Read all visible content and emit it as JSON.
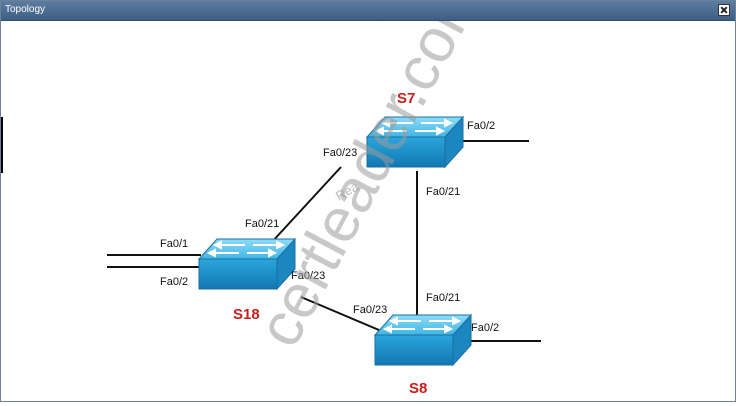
{
  "window": {
    "title": "Topology"
  },
  "diagram": {
    "switches": [
      {
        "id": "s7",
        "label": "S7"
      },
      {
        "id": "s18",
        "label": "S18"
      },
      {
        "id": "s8",
        "label": "S8"
      }
    ],
    "ports": {
      "s7_fa0_23": "Fa0/23",
      "s7_fa0_2": "Fa0/2",
      "s7_fa0_21": "Fa0/21",
      "s18_fa0_21": "Fa0/21",
      "s18_fa0_1": "Fa0/1",
      "s18_fa0_2": "Fa0/2",
      "s18_fa0_23": "Fa0/23",
      "s8_fa0_23": "Fa0/23",
      "s8_fa0_21": "Fa0/21",
      "s8_fa0_2": "Fa0/2"
    },
    "watermark": "certleader.com",
    "watermark_small": "Rea",
    "colors": {
      "switch_top": "#5ec6ee",
      "switch_side": "#1f8fc9",
      "label": "#c81e1e",
      "link": "#111111"
    }
  }
}
